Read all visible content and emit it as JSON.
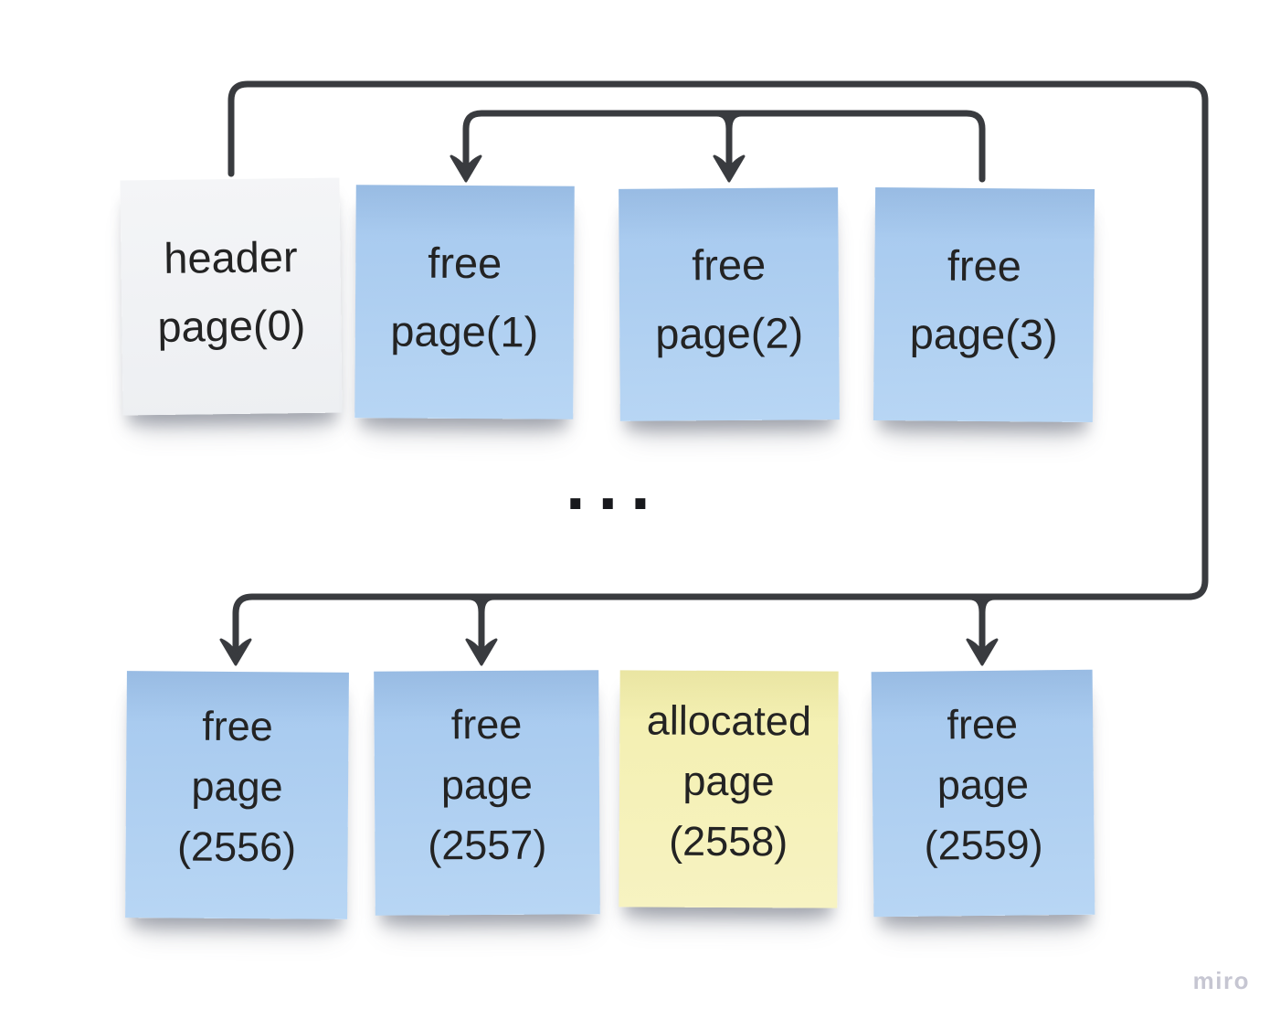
{
  "board": {
    "background": "#ffffff",
    "ellipsis": "...",
    "watermark": "miro"
  },
  "colors": {
    "background": "#ffffff",
    "line": "#393b3f",
    "text": "#232323",
    "blue_top": "#a5c8ee",
    "blue_bottom": "#b8d6f4",
    "header_top": "#f4f5f7",
    "header_bottom": "#edeff2",
    "yellow_top": "#f3efae",
    "yellow_bottom": "#f7f3c2",
    "dots": "#17181c",
    "watermark": "#c6c6d2"
  },
  "notes": {
    "top_row": [
      {
        "id": "header-page-0",
        "type": "header",
        "lines": [
          "header",
          "page(0)"
        ]
      },
      {
        "id": "free-page-1",
        "type": "free",
        "lines": [
          "free",
          "page(1)"
        ]
      },
      {
        "id": "free-page-2",
        "type": "free",
        "lines": [
          "free",
          "page(2)"
        ]
      },
      {
        "id": "free-page-3",
        "type": "free",
        "lines": [
          "free",
          "page(3)"
        ]
      }
    ],
    "bottom_row": [
      {
        "id": "free-page-2556",
        "type": "free",
        "lines": [
          "free",
          "page",
          "(2556)"
        ]
      },
      {
        "id": "free-page-2557",
        "type": "free",
        "lines": [
          "free",
          "page",
          "(2557)"
        ]
      },
      {
        "id": "allocated-page-2558",
        "type": "allocated",
        "lines": [
          "allocated",
          "page",
          "(2558)"
        ]
      },
      {
        "id": "free-page-2559",
        "type": "free",
        "lines": [
          "free",
          "page",
          "(2559)"
        ]
      }
    ]
  },
  "connectors": [
    {
      "name": "outer-loop",
      "tail": "header page(0)",
      "arrowheads_at": [
        "free page (2556)",
        "free page (2557)",
        "free page (2559)"
      ]
    },
    {
      "name": "top-free-chain",
      "tail": "free page(3)",
      "arrowheads_at": [
        "free page(1)",
        "free page(2)"
      ]
    }
  ]
}
